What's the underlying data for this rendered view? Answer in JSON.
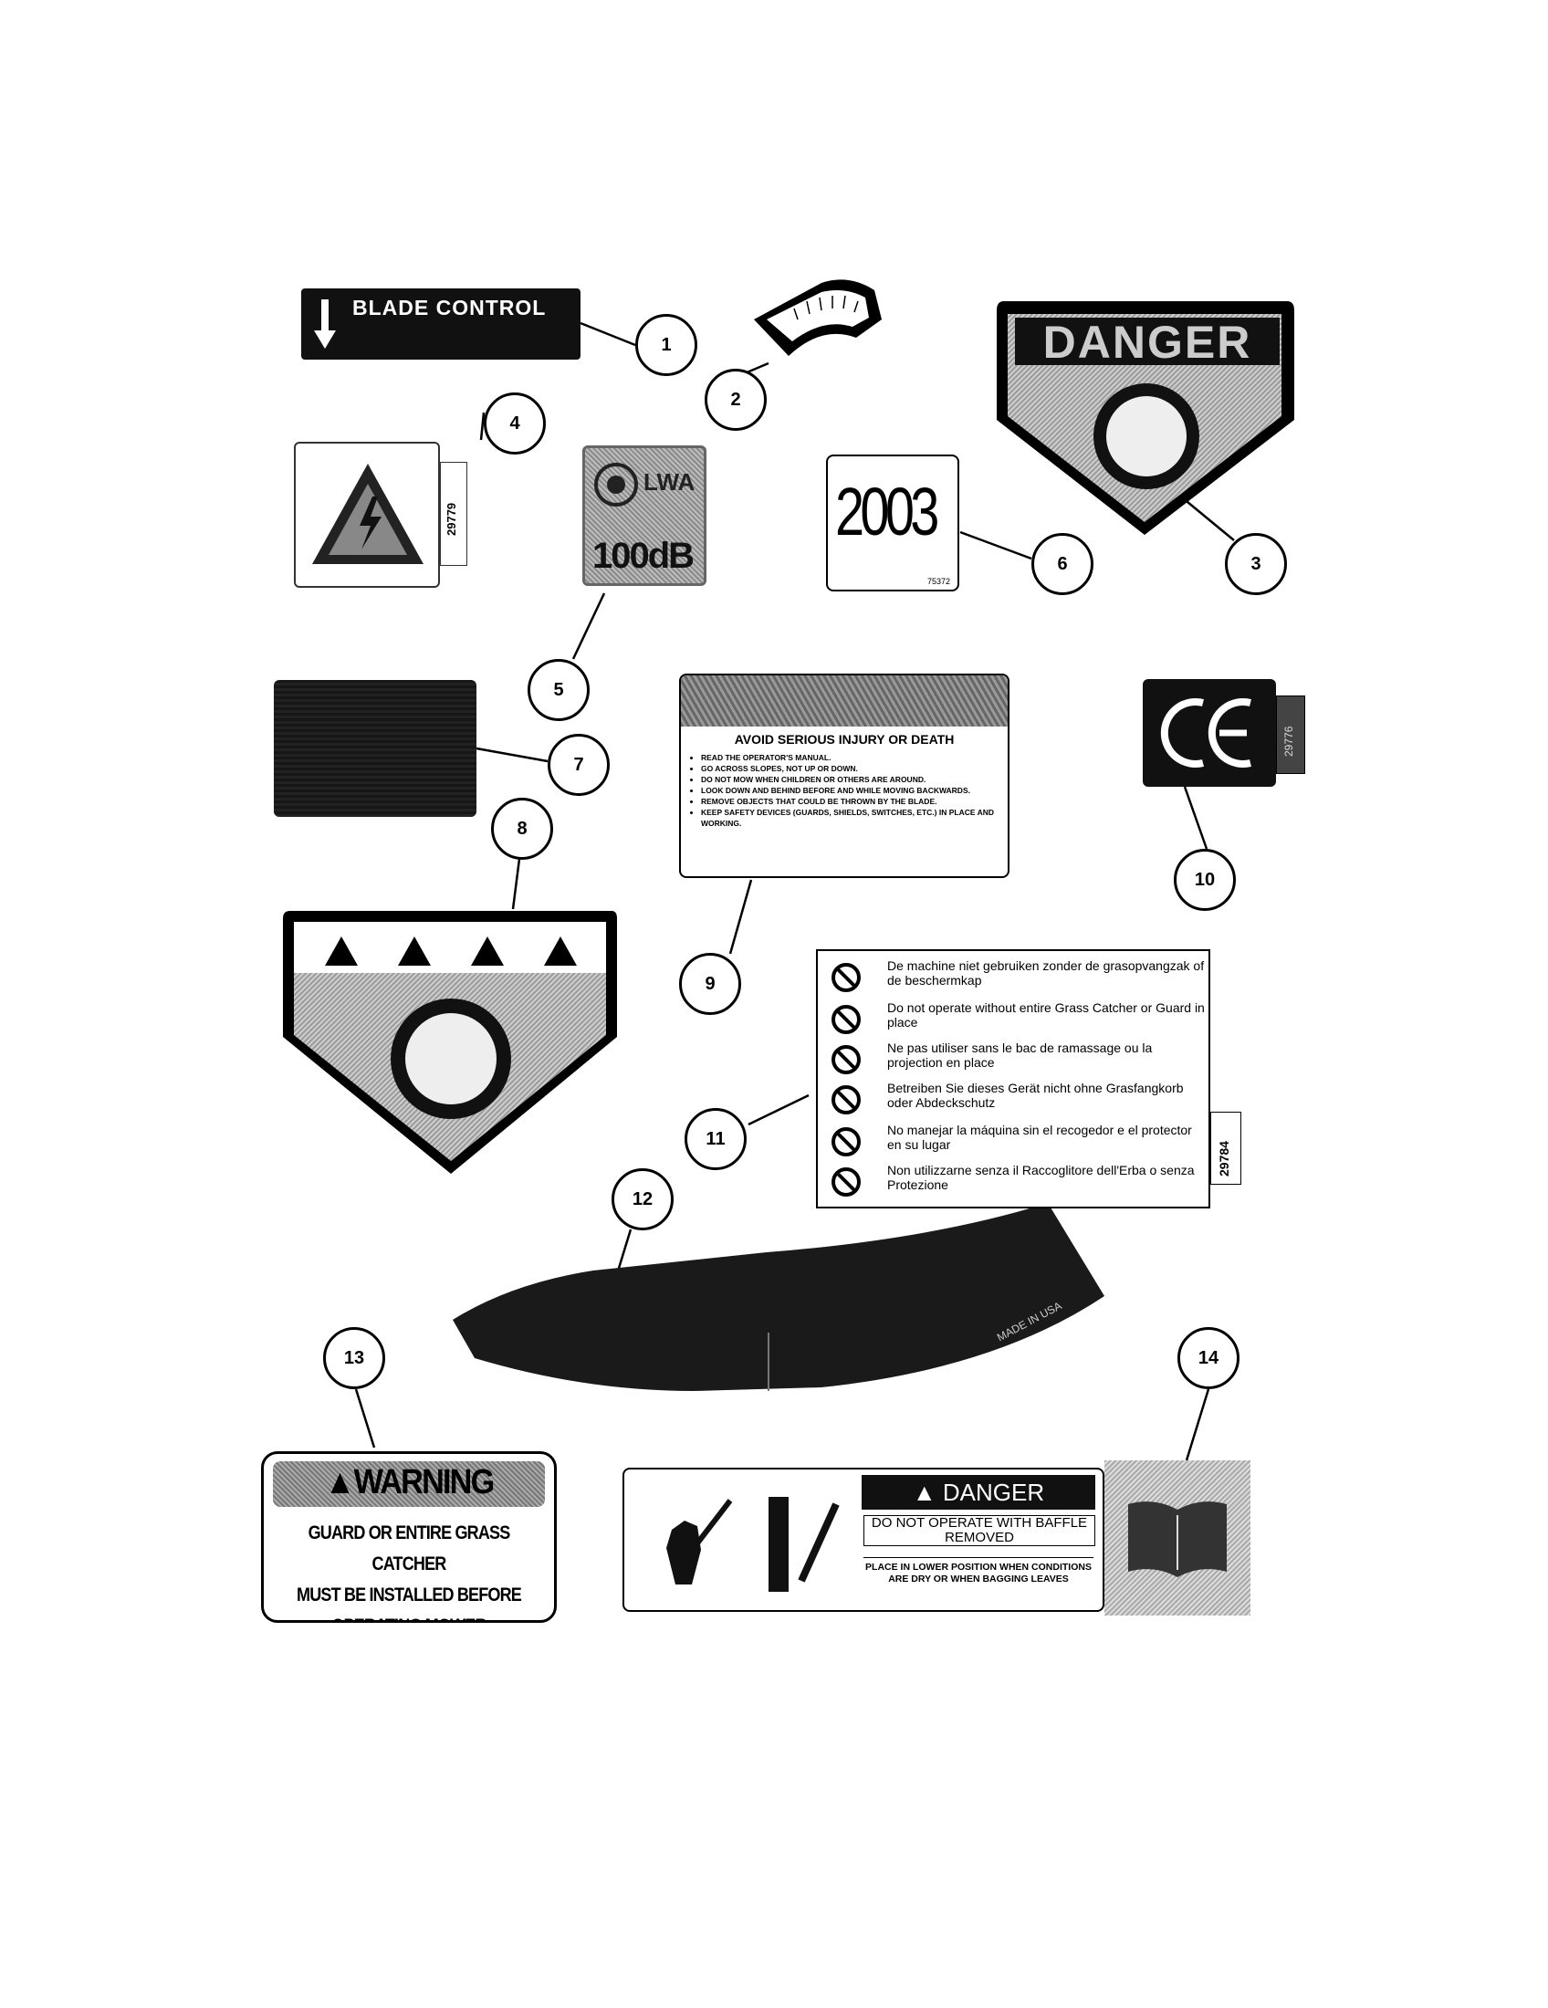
{
  "callouts": [
    "1",
    "2",
    "3",
    "4",
    "5",
    "6",
    "7",
    "8",
    "9",
    "10",
    "11",
    "12",
    "13",
    "14"
  ],
  "decal_1": {
    "title": "BLADE CONTROL"
  },
  "decal_4": {
    "code": "29779"
  },
  "decal_5": {
    "symbol": "LWA",
    "level": "100dB"
  },
  "decal_6": {
    "year": "2003",
    "code": "75372"
  },
  "decal_9": {
    "title": "AVOID SERIOUS INJURY OR DEATH",
    "items": [
      "READ THE OPERATOR'S MANUAL.",
      "GO ACROSS SLOPES, NOT UP OR DOWN.",
      "DO NOT MOW WHEN CHILDREN OR OTHERS ARE AROUND.",
      "LOOK DOWN AND BEHIND BEFORE AND WHILE MOVING BACKWARDS.",
      "REMOVE OBJECTS THAT COULD BE THROWN BY THE BLADE.",
      "KEEP SAFETY DEVICES (GUARDS, SHIELDS, SWITCHES, ETC.) IN PLACE AND WORKING."
    ]
  },
  "decal_10": {
    "mark": "CE",
    "code": "29776"
  },
  "decal_11": {
    "lines": [
      "De machine niet gebruiken zonder de grasopvangzak of de beschermkap",
      "Do not operate without entire Grass Catcher or Guard in place",
      "Ne pas utiliser sans le bac de ramassage ou la projection en place",
      "Betreiben Sie dieses Gerät nicht ohne Grasfangkorb oder Abdeckschutz",
      "No manejar la máquina sin el recogedor e el protector en su lugar",
      "Non utilizzarne senza il Raccoglitore dell'Erba o senza Protezione"
    ],
    "code": "29784"
  },
  "decal_12": {
    "text": "MADE IN USA"
  },
  "decal_13": {
    "header": "WARNING",
    "lines": [
      "GUARD OR ENTIRE GRASS CATCHER",
      "MUST BE INSTALLED BEFORE",
      "OPERATING MOWER"
    ]
  },
  "decal_14": {
    "header": "DANGER",
    "line1": "DO NOT OPERATE WITH BAFFLE REMOVED",
    "line2": "PLACE IN LOWER POSITION WHEN CONDITIONS ARE DRY OR WHEN BAGGING LEAVES"
  }
}
